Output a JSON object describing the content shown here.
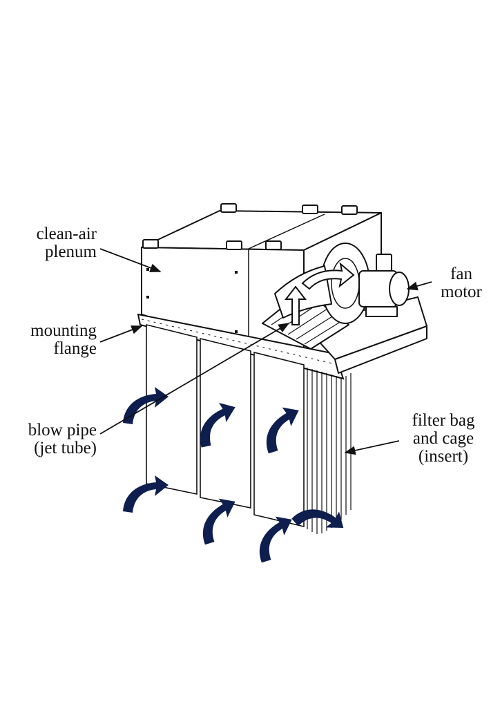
{
  "labels": {
    "clean_air_plenum": [
      "clean-air",
      "plenum"
    ],
    "mounting_flange": [
      "mounting",
      "flange"
    ],
    "blow_pipe": [
      "blow pipe",
      "(jet tube)"
    ],
    "fan_motor": [
      "fan",
      "motor"
    ],
    "filter_bag": [
      "filter bag",
      "and cage",
      "(insert)"
    ]
  },
  "colors": {
    "line": "#111111",
    "airflow_arrow": "#0e1e4e",
    "background": "#ffffff"
  },
  "icons": {
    "airflow": "curved-arrow-icon",
    "exhaust": "up-arrow-icon"
  }
}
